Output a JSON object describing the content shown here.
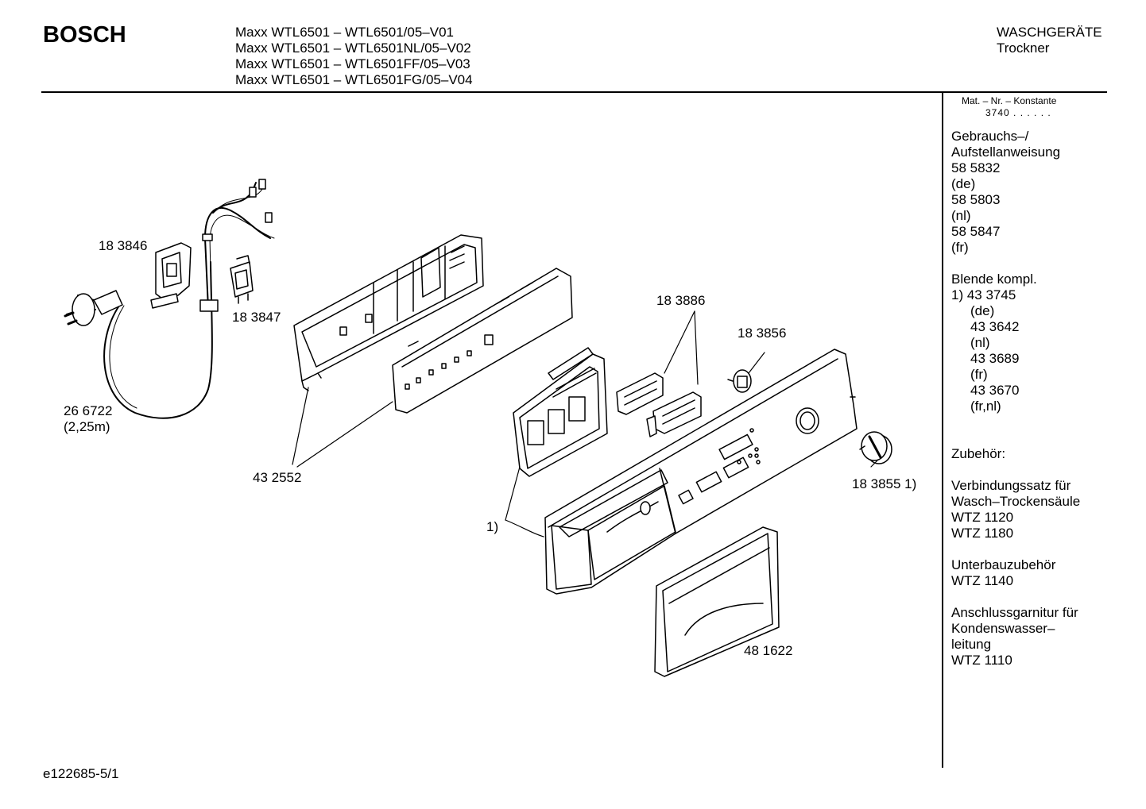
{
  "header": {
    "brand": "BOSCH",
    "models": [
      "Maxx WTL6501 – WTL6501/05–V01",
      "Maxx WTL6501 – WTL6501NL/05–V02",
      "Maxx WTL6501 – WTL6501FF/05–V03",
      "Maxx WTL6501 – WTL6501FG/05–V04"
    ],
    "category": "WASCHGERÄTE",
    "subcategory": "Trockner"
  },
  "sidebar": {
    "mat_label": "Mat. – Nr. – Konstante",
    "mat_value": "3740 . . . . . .",
    "lines": [
      {
        "text": "Gebrauchs–/",
        "indent": false
      },
      {
        "text": "Aufstellanweisung",
        "indent": false
      },
      {
        "text": "58 5832",
        "indent": false
      },
      {
        "text": "(de)",
        "indent": false
      },
      {
        "text": "58 5803",
        "indent": false
      },
      {
        "text": "(nl)",
        "indent": false
      },
      {
        "text": "58 5847",
        "indent": false
      },
      {
        "text": "(fr)",
        "indent": false
      },
      {
        "text": "",
        "indent": false
      },
      {
        "text": "Blende kompl.",
        "indent": false
      },
      {
        "text": "1) 43 3745",
        "indent": false
      },
      {
        "text": "(de)",
        "indent": true
      },
      {
        "text": "43 3642",
        "indent": true
      },
      {
        "text": "(nl)",
        "indent": true
      },
      {
        "text": "43 3689",
        "indent": true
      },
      {
        "text": "(fr)",
        "indent": true
      },
      {
        "text": "43 3670",
        "indent": true
      },
      {
        "text": "(fr,nl)",
        "indent": true
      },
      {
        "text": "",
        "indent": false
      },
      {
        "text": "",
        "indent": false
      },
      {
        "text": "Zubehör:",
        "indent": false
      },
      {
        "text": "",
        "indent": false
      },
      {
        "text": "Verbindungssatz für",
        "indent": false
      },
      {
        "text": "Wasch–Trockensäule",
        "indent": false
      },
      {
        "text": "WTZ 1120",
        "indent": false
      },
      {
        "text": "WTZ 1180",
        "indent": false
      },
      {
        "text": "",
        "indent": false
      },
      {
        "text": "Unterbauzubehör",
        "indent": false
      },
      {
        "text": "WTZ 1140",
        "indent": false
      },
      {
        "text": "",
        "indent": false
      },
      {
        "text": "Anschlussgarnitur für",
        "indent": false
      },
      {
        "text": "Kondenswasser–",
        "indent": false
      },
      {
        "text": "leitung",
        "indent": false
      },
      {
        "text": "WTZ 1110",
        "indent": false
      }
    ]
  },
  "parts": {
    "p183846": "18 3846",
    "p183847": "18 3847",
    "p266722": "26 6722",
    "p266722_len": "(2,25m)",
    "p432552": "43 2552",
    "p183886": "18 3886",
    "p183856": "18 3856",
    "p183855": "18 3855 1)",
    "p1": "1)",
    "p481622": "48 1622"
  },
  "footer": {
    "doc_id": "e122685-5/1"
  }
}
